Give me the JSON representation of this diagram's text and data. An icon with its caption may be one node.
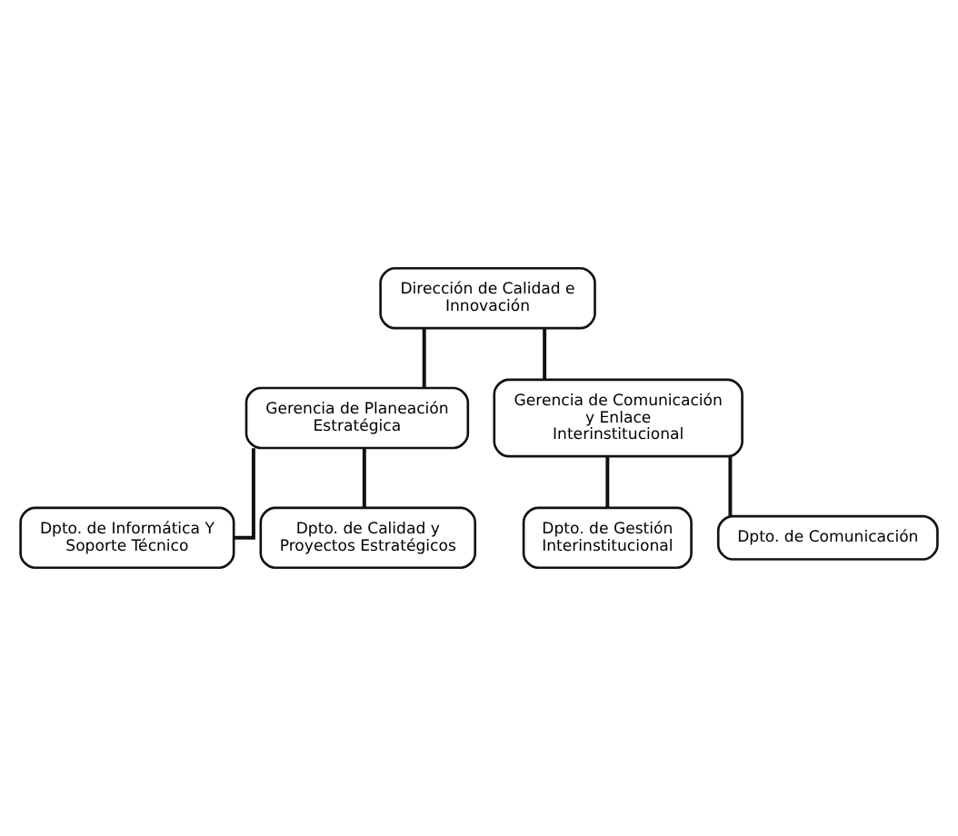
{
  "diagram": {
    "nodes": [
      {
        "text": [
          "Dirección de Calidad e Innovación"
        ]
      },
      {
        "text": [
          "Gerencia de Planeación Estratégica"
        ]
      },
      {
        "text": [
          "Gerencia de Comunicación y Enlace Interinstitucional"
        ]
      },
      {
        "text": [
          "Dpto. de Informática Y Soporte Técnico"
        ]
      },
      {
        "text": [
          "Dpto. de Calidad y Proyectos Estratégicos"
        ]
      },
      {
        "text": [
          "Dpto. de Gestión Interinstitucional"
        ]
      },
      {
        "text": [
          "Dpto. de Comunicación"
        ]
      }
    ],
    "edges": [
      {
        "from": 0,
        "to": 1,
        "arrow": "none"
      },
      {
        "from": 0,
        "to": 2,
        "arrow": "none"
      },
      {
        "from": 1,
        "to": 3,
        "arrow": "none"
      },
      {
        "from": 1,
        "to": 4,
        "arrow": "none"
      },
      {
        "from": 2,
        "to": 5,
        "arrow": "none"
      },
      {
        "from": 2,
        "to": 6,
        "arrow": "none"
      }
    ]
  }
}
